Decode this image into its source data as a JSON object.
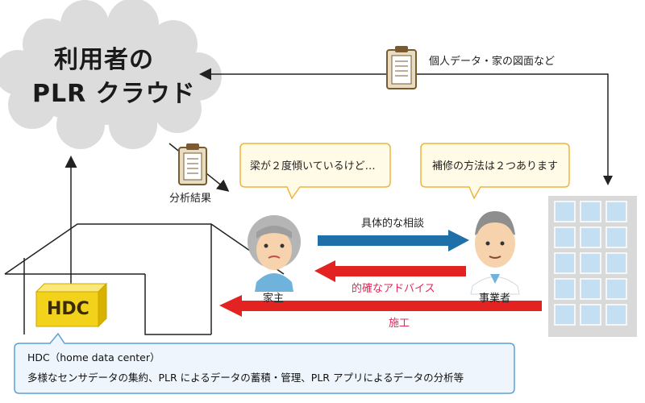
{
  "cloud": {
    "title_line1": "利用者の",
    "title_line2": "PLR クラウド"
  },
  "top_arrow_label": "個人データ・家の図面など",
  "analysis_label": "分析結果",
  "bubbles": {
    "homeowner": "梁が２度傾いているけど…",
    "contractor": "補修の方法は２つあります"
  },
  "arrows": {
    "consultation": "具体的な相談",
    "advice": "的確なアドバイス",
    "construction": "施工"
  },
  "people": {
    "homeowner": "家主",
    "contractor": "事業者"
  },
  "hdc_box": "HDC",
  "info_box": {
    "line1": "HDC（home data center）",
    "line2": "多様なセンサデータの集約、PLR によるデータの蓄積・管理、PLR アプリによるデータの分析等"
  },
  "colors": {
    "cloud": "#dcdcdc",
    "blue_arrow": "#1f6fa8",
    "red_arrow": "#e32222",
    "red_text": "#e02a5a",
    "bubble_fill": "#fffbe6",
    "bubble_stroke": "#f0b43c",
    "info_fill": "#eef5fc",
    "info_stroke": "#5aa0d8",
    "hdc_fill": "#f3d21c",
    "building": "#d9d9d9",
    "window": "#c5dff2"
  }
}
